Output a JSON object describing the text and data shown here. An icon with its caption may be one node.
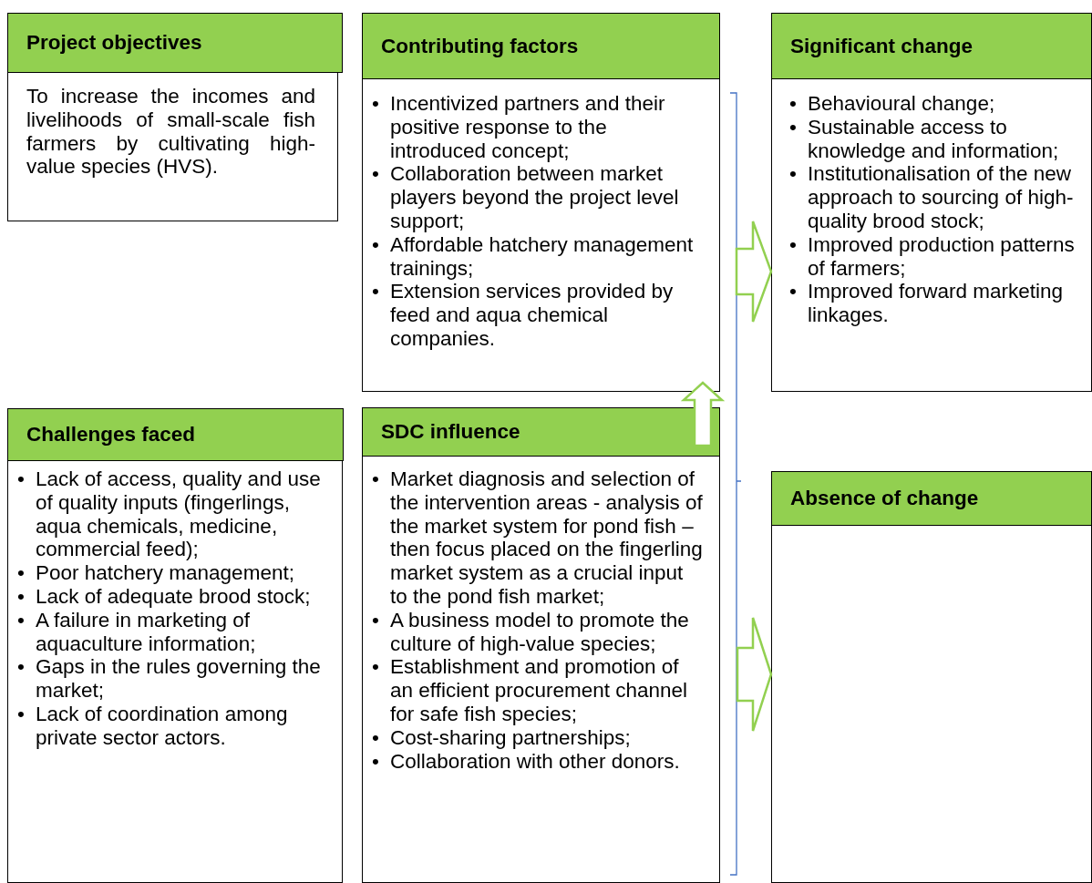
{
  "diagram": {
    "nodes": [
      {
        "text": [
          "Project objectives",
          "To increase the incomes and livelihoods of small-scale fish farmers by cultivating high-value species (HVS)."
        ]
      },
      {
        "text": [
          "Contributing factors",
          "• Incentivized partners and their positive response to the introduced concept;",
          "• Collaboration between market players beyond the project level support;",
          "• Affordable hatchery management trainings;",
          "• Extension services provided by feed and aqua chemical companies."
        ]
      },
      {
        "text": [
          "Significant change",
          "• Behavioural change;",
          "• Sustainable access to knowledge and information;",
          "• Institutionalisation of the new approach to sourcing of high-quality brood stock;",
          "• Improved production patterns of farmers;",
          "• Improved forward marketing linkages."
        ]
      },
      {
        "text": [
          "Challenges faced",
          "• Lack of access, quality and use of quality inputs (fingerlings, aqua chemicals, medicine, commercial feed);",
          "• Poor hatchery management;",
          "• Lack of adequate brood stock;",
          "• A failure in marketing of aquaculture information;",
          "• Gaps in the rules governing the market;",
          "• Lack of coordination among private sector actors."
        ]
      },
      {
        "text": [
          "SDC influence",
          "• Market diagnosis and selection of the intervention areas - analysis of the market system for pond fish – then focus placed on the fingerling market system as a crucial input to the pond fish market;",
          "• A business model to promote the culture of high-value species;",
          "• Establishment and promotion of an efficient procurement channel for safe fish species;",
          "• Cost-sharing partnerships;",
          "• Collaboration with other donors."
        ]
      },
      {
        "text": [
          "Absence of change"
        ]
      }
    ],
    "edges": [
      {
        "from": 4,
        "to": 1,
        "arrow": "to"
      },
      {
        "from": null,
        "to": 2,
        "arrow": "to"
      },
      {
        "from": null,
        "to": 5,
        "arrow": "to"
      }
    ]
  }
}
